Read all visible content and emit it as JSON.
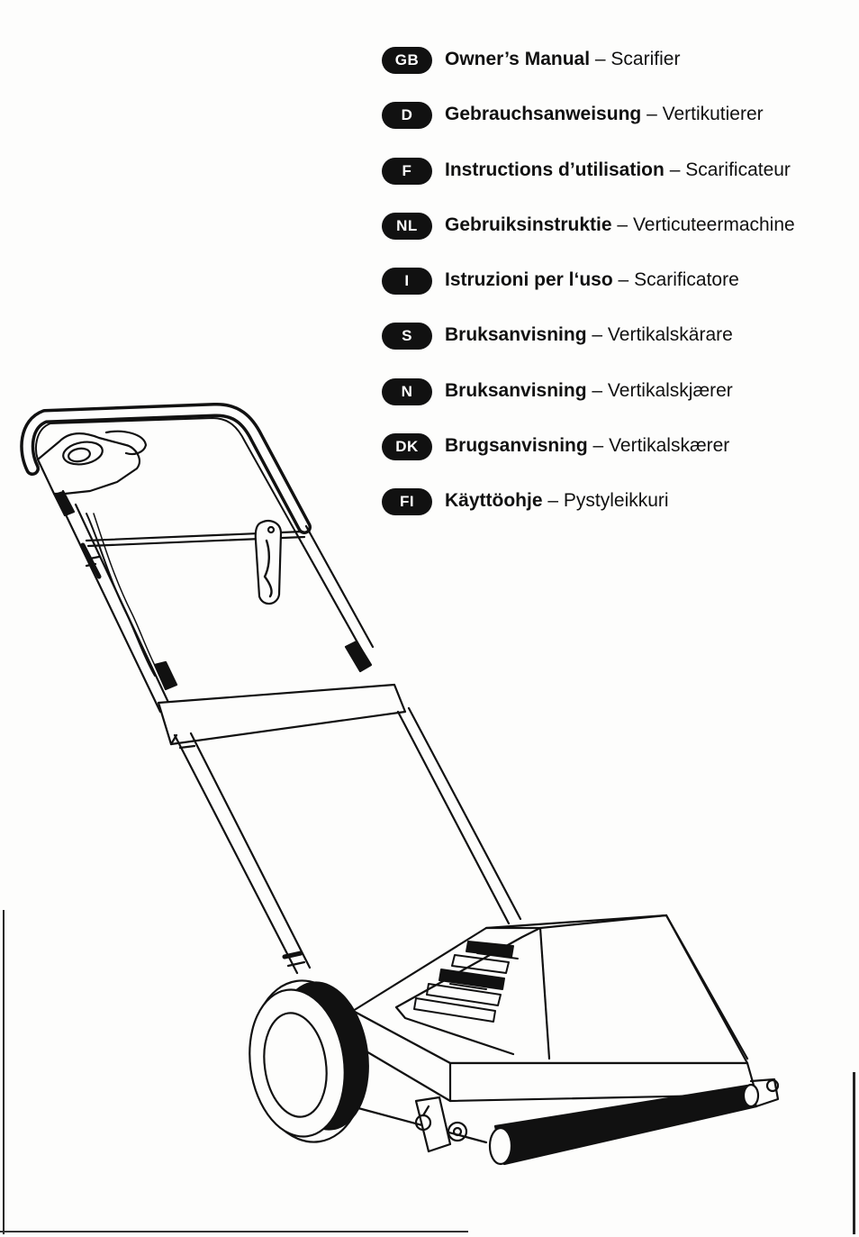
{
  "manual_titles": [
    {
      "code": "GB",
      "title": "Owner’s Manual",
      "separator": "–",
      "subtitle": "Scarifier"
    },
    {
      "code": "D",
      "title": "Gebrauchsanweisung",
      "separator": "–",
      "subtitle": "Vertikutierer"
    },
    {
      "code": "F",
      "title": "Instructions d’utilisation",
      "separator": "–",
      "subtitle": "Scarificateur"
    },
    {
      "code": "NL",
      "title": "Gebruiksinstruktie",
      "separator": "–",
      "subtitle": "Verticuteermachine"
    },
    {
      "code": "I",
      "title": "Istruzioni per l‘uso",
      "separator": "–",
      "subtitle": "Scarificatore"
    },
    {
      "code": "S",
      "title": "Bruksanvisning",
      "separator": "–",
      "subtitle": "Vertikalskärare"
    },
    {
      "code": "N",
      "title": "Bruksanvisning",
      "separator": "–",
      "subtitle": "Vertikalskjærer"
    },
    {
      "code": "DK",
      "title": "Brugsanvisning",
      "separator": "–",
      "subtitle": "Vertikalskærer"
    },
    {
      "code": "FI",
      "title": "Käyttöohje",
      "separator": "–",
      "subtitle": "Pystyleikkuri"
    }
  ],
  "colors": {
    "ink": "#111111",
    "paper": "#fdfdfc",
    "badge_text": "#ffffff"
  },
  "icons": {
    "illustration": "scarifier-machine-icon"
  }
}
